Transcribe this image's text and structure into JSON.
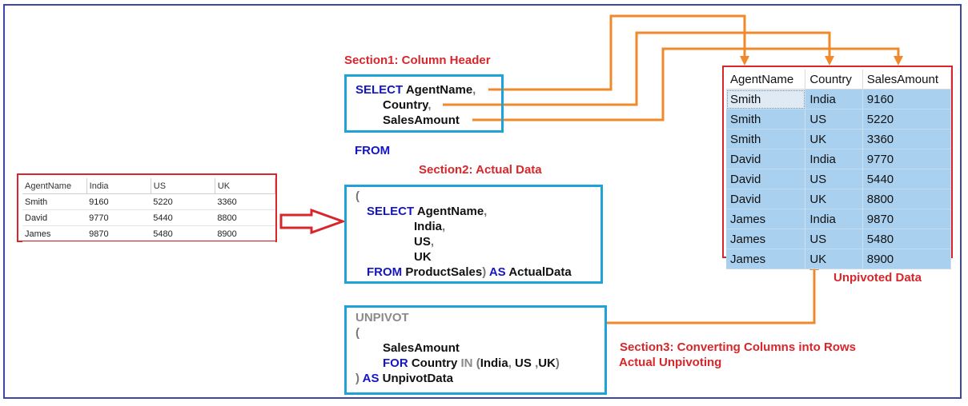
{
  "labels": {
    "section1": "Section1: Column Header",
    "section2": "Section2: Actual Data",
    "section3_line1": "Section3: Converting Columns into Rows",
    "section3_line2": "Actual Unpivoting",
    "unpivoted": "Unpivoted Data"
  },
  "code1": {
    "select": "SELECT",
    "agent": "AgentName",
    "comma1": ",",
    "country": "Country",
    "comma2": ",",
    "sales": "SalesAmount"
  },
  "from_kw": "FROM",
  "code2": {
    "open": "(",
    "select": "SELECT",
    "agent": "AgentName",
    "c1": ",",
    "india": "India",
    "c2": ",",
    "us": "US",
    "c3": ",",
    "uk": "UK",
    "from": "FROM",
    "table": "ProductSales",
    "close": ")",
    "as": "AS",
    "alias": "ActualData"
  },
  "code3": {
    "unpivot": "UNPIVOT",
    "open": "(",
    "sales": "SalesAmount",
    "for": "FOR",
    "country": "Country",
    "in": "IN",
    "lp": "(",
    "india": "India",
    "c1": ",",
    "us": "US",
    "c2": ",",
    "uk": "UK",
    "rp": ")",
    "close": ")",
    "as": "AS",
    "alias": "UnpivotData"
  },
  "source_table": {
    "headers": [
      "AgentName",
      "India",
      "US",
      "UK"
    ],
    "rows": [
      [
        "Smith",
        "9160",
        "5220",
        "3360"
      ],
      [
        "David",
        "9770",
        "5440",
        "8800"
      ],
      [
        "James",
        "9870",
        "5480",
        "8900"
      ]
    ]
  },
  "result_table": {
    "headers": [
      "AgentName",
      "Country",
      "SalesAmount"
    ],
    "rows": [
      [
        "Smith",
        "India",
        "9160"
      ],
      [
        "Smith",
        "US",
        "5220"
      ],
      [
        "Smith",
        "UK",
        "3360"
      ],
      [
        "David",
        "India",
        "9770"
      ],
      [
        "David",
        "US",
        "5440"
      ],
      [
        "David",
        "UK",
        "8800"
      ],
      [
        "James",
        "India",
        "9870"
      ],
      [
        "James",
        "US",
        "5480"
      ],
      [
        "James",
        "UK",
        "8900"
      ]
    ]
  },
  "colors": {
    "frame": "#3b46a8",
    "label_red": "#d8262a",
    "box_blue": "#1ea3d6",
    "keyword_blue": "#1515c8",
    "connector_orange": "#f0892a",
    "selection_blue": "#a9d0ee"
  }
}
